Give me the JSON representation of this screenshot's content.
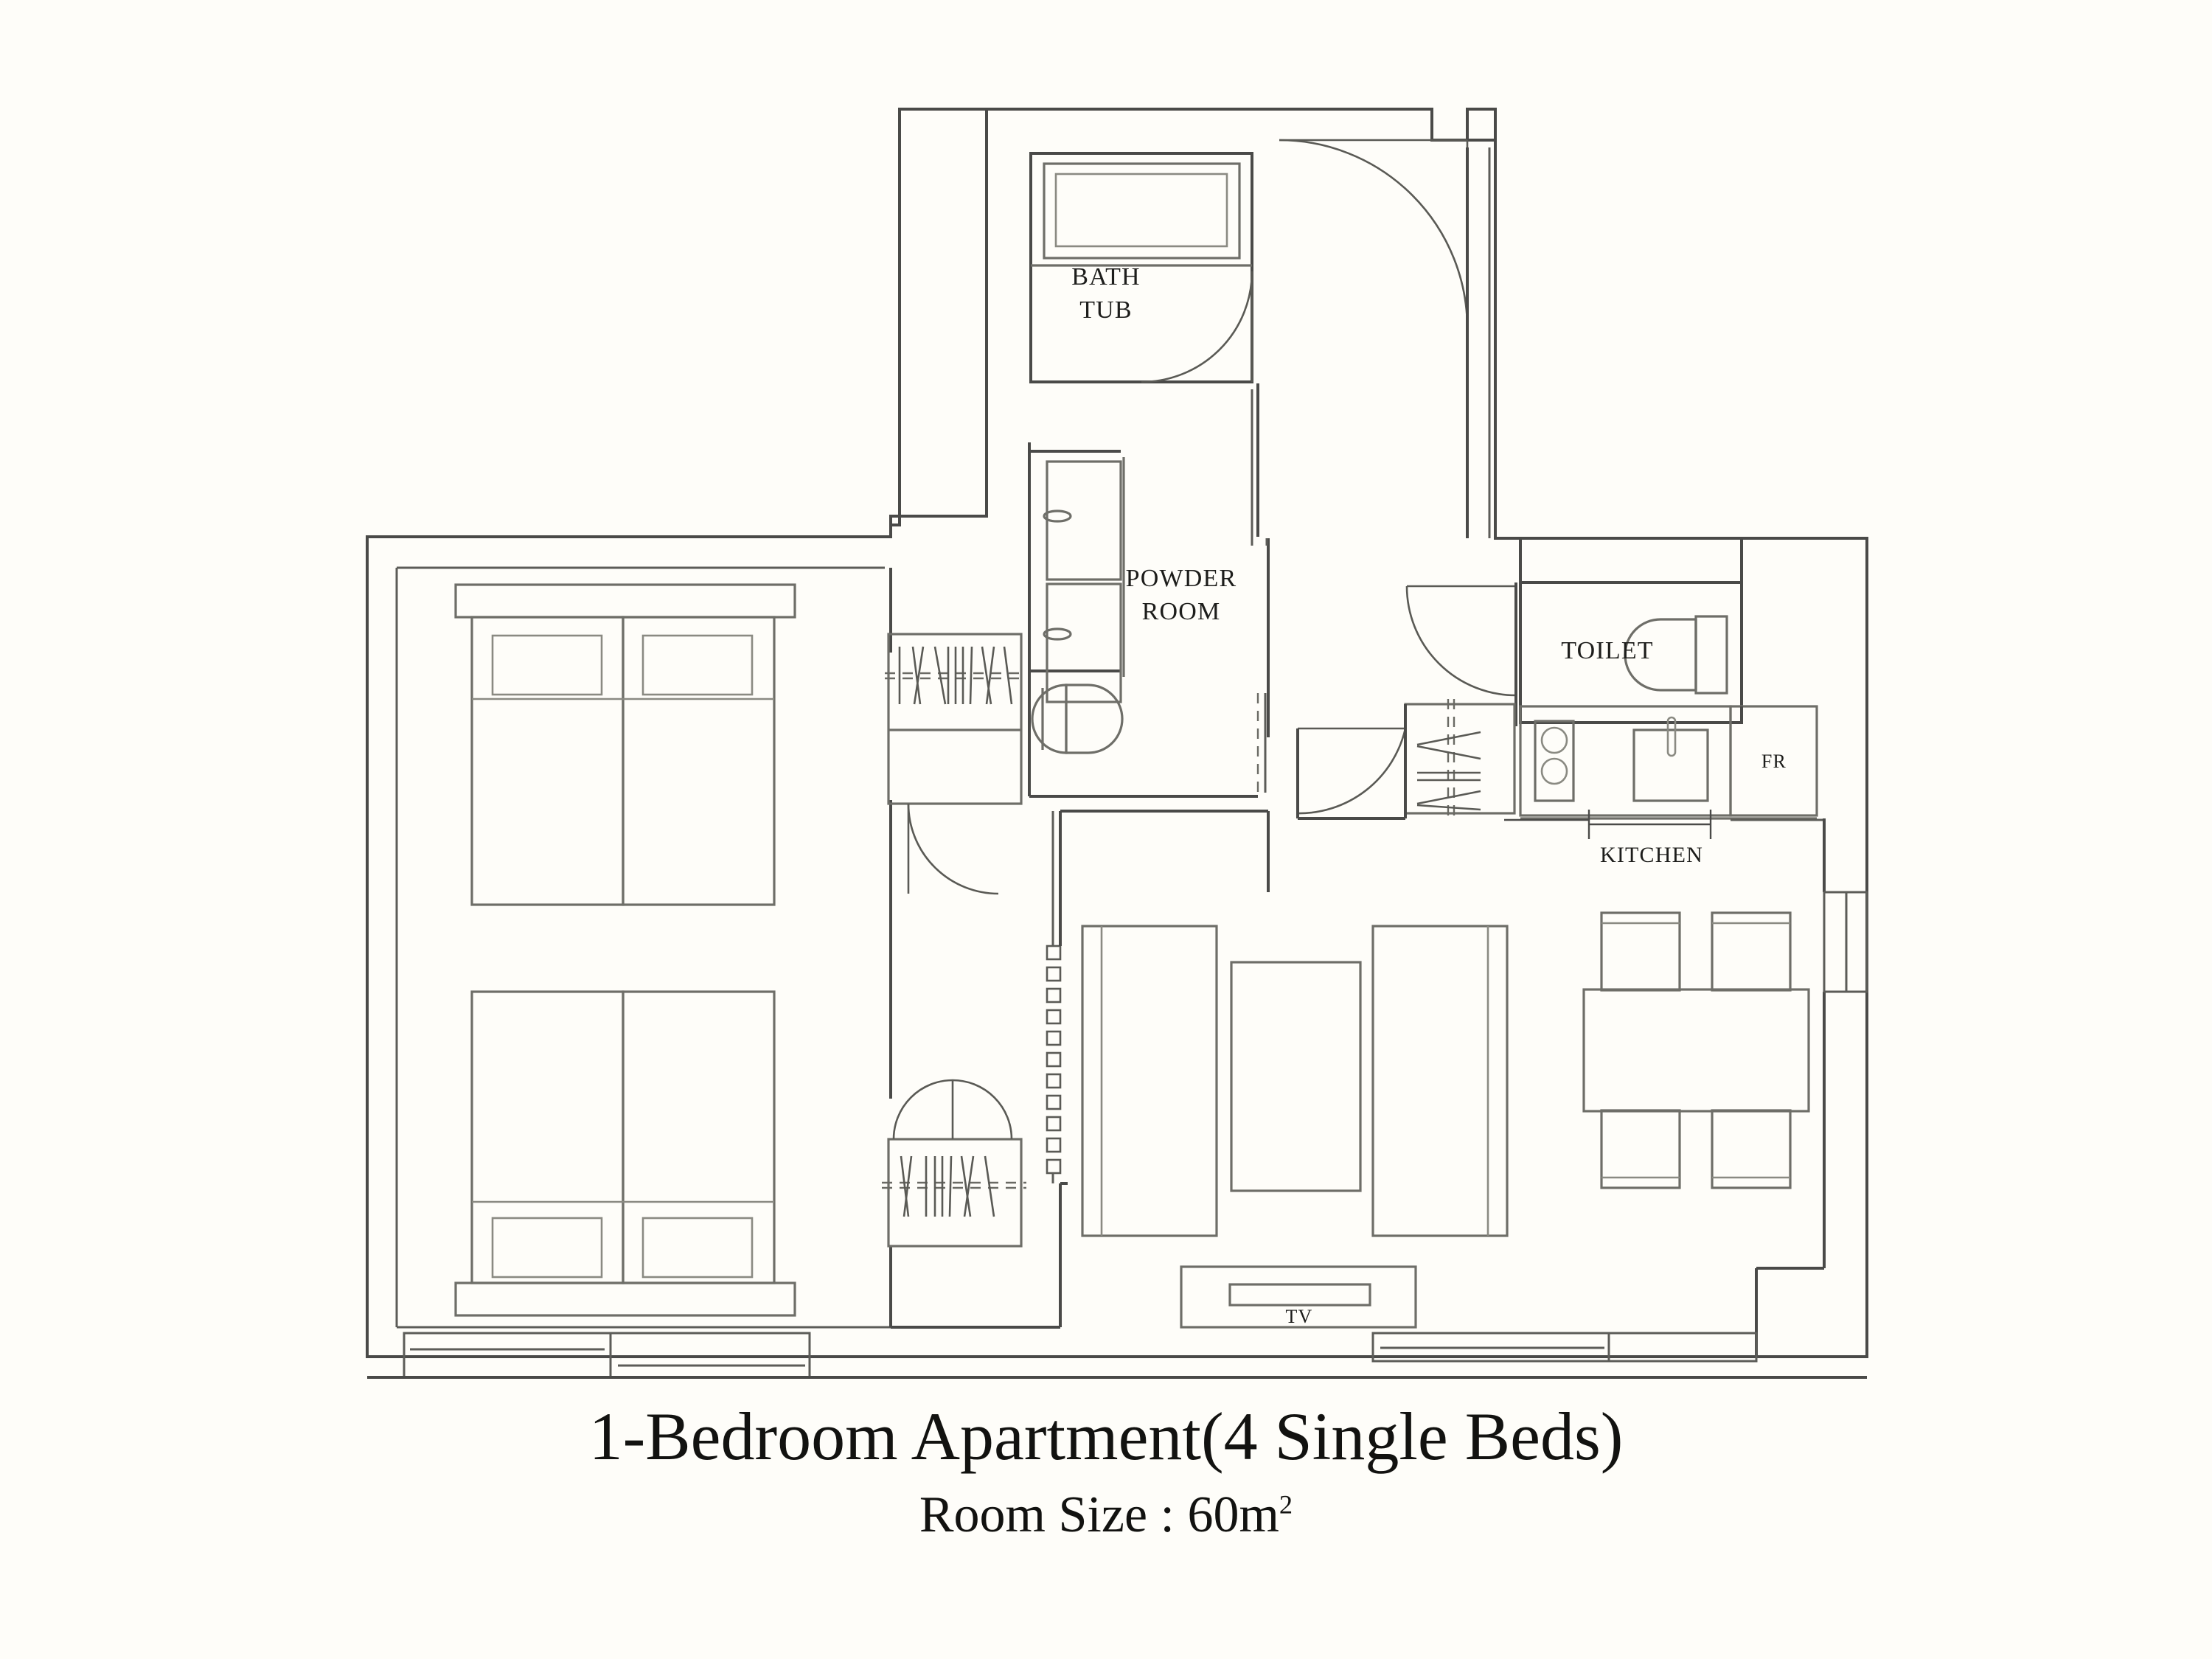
{
  "caption": {
    "title": "1-Bedroom Apartment(4 Single Beds)",
    "room_size_prefix": "Room Size : ",
    "room_size_value": "60m",
    "room_size_unit_sup": "2"
  },
  "colors": {
    "background": "#fefdf9",
    "wall_stroke": "#4a4a48",
    "furniture_stroke": "#6e6e68",
    "text": "#121210"
  },
  "labels": {
    "bath_tub_line1": "BATH",
    "bath_tub_line2": "TUB",
    "powder_room_line1": "POWDER",
    "powder_room_line2": "ROOM",
    "toilet": "TOILET",
    "kitchen": "KITCHEN",
    "fridge": "FR",
    "tv": "TV"
  },
  "rooms": [
    {
      "name": "bedroom",
      "label": "",
      "beds": 4
    },
    {
      "name": "bath-tub",
      "label": "BATH TUB"
    },
    {
      "name": "powder-room",
      "label": "POWDER ROOM"
    },
    {
      "name": "toilet",
      "label": "TOILET"
    },
    {
      "name": "kitchen",
      "label": "KITCHEN"
    },
    {
      "name": "living-room",
      "label": ""
    },
    {
      "name": "dining-area",
      "label": ""
    },
    {
      "name": "entrance",
      "label": ""
    }
  ],
  "fixtures": [
    {
      "name": "single-bed",
      "count": 4
    },
    {
      "name": "pillow",
      "count": 4
    },
    {
      "name": "bathtub",
      "count": 1
    },
    {
      "name": "vanity-sink",
      "count": 2
    },
    {
      "name": "powder-room-toilet",
      "count": 1
    },
    {
      "name": "toilet-fixture",
      "count": 1
    },
    {
      "name": "cooktop-burner",
      "count": 2
    },
    {
      "name": "kitchen-sink",
      "count": 1
    },
    {
      "name": "refrigerator",
      "count": 1
    },
    {
      "name": "sofa",
      "count": 2
    },
    {
      "name": "coffee-table",
      "count": 1
    },
    {
      "name": "tv-console",
      "count": 1
    },
    {
      "name": "dining-table",
      "count": 1
    },
    {
      "name": "dining-chair",
      "count": 4
    },
    {
      "name": "wardrobe-closet",
      "count": 3
    },
    {
      "name": "window",
      "count": 4
    },
    {
      "name": "entry-door",
      "count": 1
    },
    {
      "name": "interior-door",
      "count": 3
    },
    {
      "name": "sliding-partition",
      "count": 1
    }
  ]
}
